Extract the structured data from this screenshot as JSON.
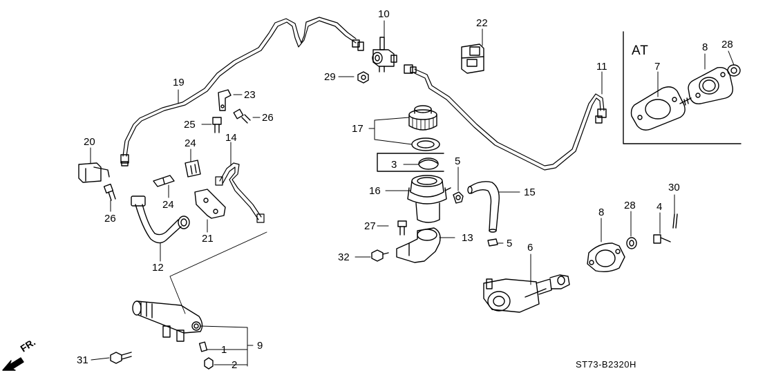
{
  "diagram": {
    "group_label": "AT",
    "front_marker": "FR.",
    "drawing_code": "ST73-B2320H",
    "callouts": [
      {
        "id": "c10",
        "text": "10"
      },
      {
        "id": "c22",
        "text": "22"
      },
      {
        "id": "c8a",
        "text": "8"
      },
      {
        "id": "c28a",
        "text": "28"
      },
      {
        "id": "c7",
        "text": "7"
      },
      {
        "id": "c29",
        "text": "29"
      },
      {
        "id": "c19",
        "text": "19"
      },
      {
        "id": "c23",
        "text": "23"
      },
      {
        "id": "c11",
        "text": "11"
      },
      {
        "id": "c26a",
        "text": "26"
      },
      {
        "id": "c25",
        "text": "25"
      },
      {
        "id": "c17",
        "text": "17"
      },
      {
        "id": "c20",
        "text": "20"
      },
      {
        "id": "c14",
        "text": "14"
      },
      {
        "id": "c24a",
        "text": "24"
      },
      {
        "id": "c3",
        "text": "3"
      },
      {
        "id": "c5a",
        "text": "5"
      },
      {
        "id": "c16",
        "text": "16"
      },
      {
        "id": "c15",
        "text": "15"
      },
      {
        "id": "c30",
        "text": "30"
      },
      {
        "id": "c24b",
        "text": "24"
      },
      {
        "id": "c26b",
        "text": "26"
      },
      {
        "id": "c8b",
        "text": "8"
      },
      {
        "id": "c28b",
        "text": "28"
      },
      {
        "id": "c4",
        "text": "4"
      },
      {
        "id": "c27",
        "text": "27"
      },
      {
        "id": "c21",
        "text": "21"
      },
      {
        "id": "c13",
        "text": "13"
      },
      {
        "id": "c5b",
        "text": "5"
      },
      {
        "id": "c6",
        "text": "6"
      },
      {
        "id": "c32",
        "text": "32"
      },
      {
        "id": "c12",
        "text": "12"
      },
      {
        "id": "c9",
        "text": "9"
      },
      {
        "id": "c1",
        "text": "1"
      },
      {
        "id": "c31",
        "text": "31"
      },
      {
        "id": "c2",
        "text": "2"
      }
    ]
  }
}
